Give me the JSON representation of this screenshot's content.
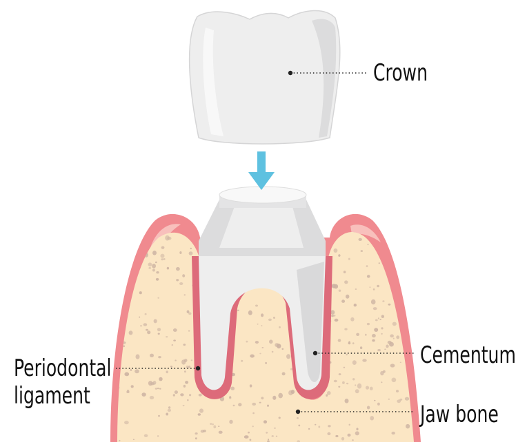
{
  "labels": {
    "crown": "Crown",
    "cementum": "Cementum",
    "jaw_bone": "Jaw bone",
    "periodontal_line1": "Periodontal",
    "periodontal_line2": "ligament"
  },
  "colors": {
    "gum_outer": "#f08a8f",
    "gum_inner": "#f5b2b0",
    "root_canal": "#dd6b7a",
    "bone": "#fbe6c4",
    "bone_pores": "#cdb4a3",
    "tooth": "#eeeeee",
    "tooth_shade": "#d9d9da",
    "arrow": "#5ec1e0",
    "leader": "#222222"
  },
  "icons": {
    "arrow": "down-arrow-icon"
  }
}
